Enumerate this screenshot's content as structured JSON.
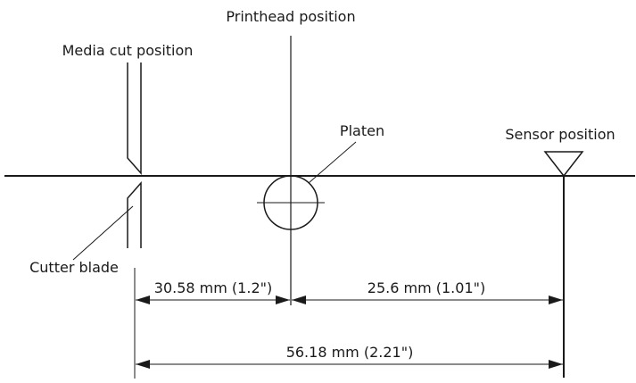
{
  "diagram": {
    "labels": {
      "printhead_position": "Printhead position",
      "media_cut_position": "Media cut position",
      "platen": "Platen",
      "sensor_position": "Sensor position",
      "cutter_blade": "Cutter blade"
    },
    "dimensions": {
      "cut_to_printhead": "30.58 mm (1.2\")",
      "printhead_to_sensor": "25.6 mm (1.01\")",
      "cut_to_sensor": "56.18 mm (2.21\")"
    },
    "colors": {
      "line": "#1a1a1a",
      "background": "#ffffff"
    }
  }
}
